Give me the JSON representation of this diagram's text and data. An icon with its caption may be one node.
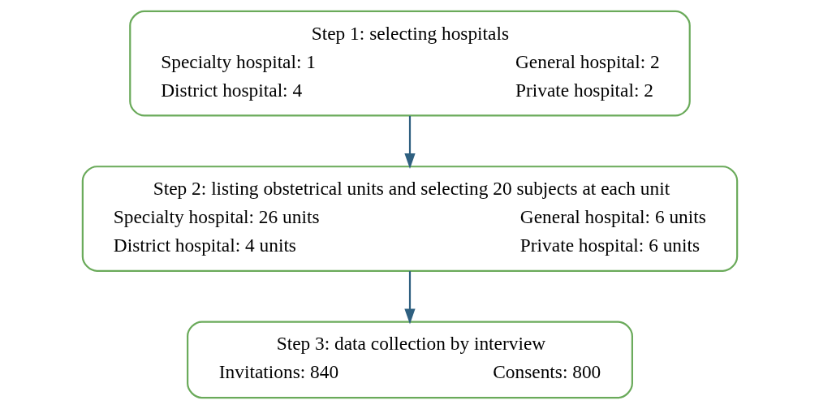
{
  "diagram": {
    "nodes": [
      {
        "text": [
          "Step 1: selecting hospitals",
          "Specialty hospital: 1",
          "General hospital: 2",
          "District hospital: 4",
          "Private hospital: 2"
        ]
      },
      {
        "text": [
          "Step 2: listing obstetrical units and selecting 20 subjects at each unit",
          "Specialty hospital: 26 units",
          "General hospital: 6 units",
          "District hospital: 4 units",
          "Private hospital: 6 units"
        ]
      },
      {
        "text": [
          "Step 3: data collection by interview",
          "Invitations: 840",
          "Consents: 800"
        ]
      }
    ],
    "edges": [
      {
        "from": 0,
        "to": 1,
        "arrow": "to"
      },
      {
        "from": 1,
        "to": 2,
        "arrow": "to"
      }
    ]
  }
}
